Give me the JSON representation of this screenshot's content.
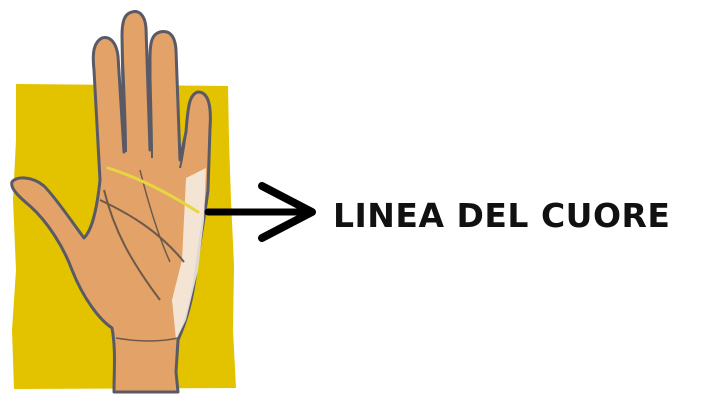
{
  "label": "LINEA DEL CUORE",
  "colors": {
    "background_square": "#e3c200",
    "skin": "#e3a267",
    "skin_light": "#f2c08c",
    "outline": "#5a5a66",
    "heart_line": "#e8d640",
    "palm_lines": "#6e5a4a",
    "arrow": "#000000"
  },
  "icons": {
    "hand": "open-palm-hand",
    "arrow": "right-arrow"
  }
}
